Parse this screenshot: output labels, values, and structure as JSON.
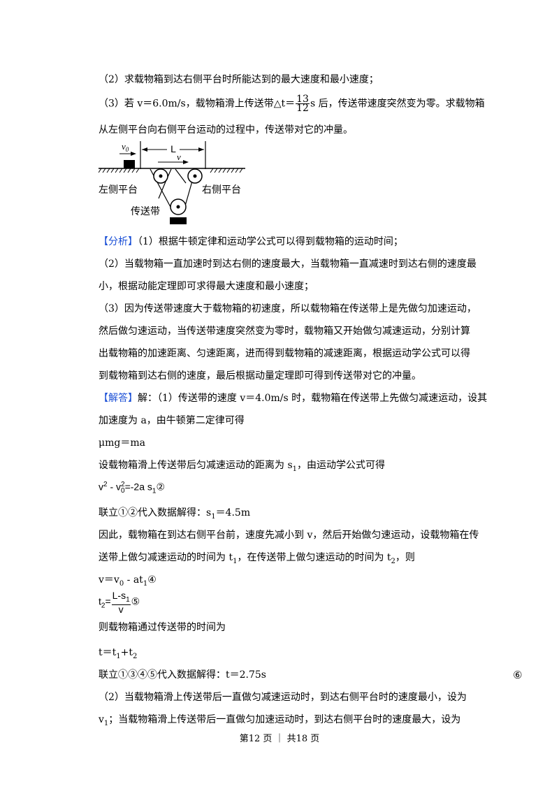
{
  "q2": "（2）求载物箱到达右侧平台时所能达到的最大速度和最小速度；",
  "q3": {
    "a": "（3）若 v＝6.0m/s，载物箱滑上传送带△t＝",
    "num": "13",
    "den": "12",
    "b": "s 后，传送带速度突然变为零。求载物箱",
    "line2": "从左侧平台向右侧平台运动的过程中，传送带对它的冲量。"
  },
  "figure": {
    "v0_label": "v",
    "v0_sub": "0",
    "L_label": "L",
    "v_label": "v",
    "left_platform": "左侧平台",
    "right_platform": "右侧平台",
    "belt": "传送带"
  },
  "analysis": {
    "tag": "【分析】",
    "l1": "（1）根据牛顿定律和运动学公式可以得到载物箱的运动时间；",
    "l2": "（2）当载物箱一直加速时到达右侧的速度最大，当载物箱一直减速时到达右侧的速度最",
    "l3": "小，根据动能定理即可求得最大速度和最小速度；",
    "l4": "（3）因为传送带速度大于载物箱的初速度，所以载物箱在传送带上是先做匀加速运动，",
    "l5": "然后做匀速运动，当传送带速度突然变为零时，载物箱又开始做匀减速运动，分别计算",
    "l6": "出载物箱的加速距离、匀速距离，进而得到载物箱的减速距离，根据运动学公式可以得",
    "l7": "到载物箱到达右侧的速度，最后根据动量定理即可得到传送带对它的冲量。"
  },
  "answer": {
    "tag": "【解答】",
    "l1": "解：（1）传送带的速度 v＝4.0m/s 时，载物箱在传送带上先做匀减速运动，设其",
    "l2": "加速度为 a，由牛顿第二定律可得",
    "eq1": "μmg＝ma",
    "l3a": "设载物箱滑上传送带后匀减速运动的距离为 s",
    "l3sub": "1",
    "l3b": "，由运动学公式可得",
    "eq2": {
      "v": "v",
      "sup2": "2",
      "minus": " - v",
      "sub0": "0",
      "sup2b": "2",
      "rest": "=-2a s",
      "sub1": "1",
      "mark": "②"
    },
    "l4a": "联立①②代入数据解得：s",
    "l4sub": "1",
    "l4b": "＝4.5m",
    "l5a": "因此，载物箱在到达右侧平台前，速度先减小到 v，然后开始做匀速运动，设载物箱在传",
    "l6a": "送带上做匀减速运动的时间为 t",
    "l6s1": "1",
    "l6b": "，在传送带上做匀速运动的时间为 t",
    "l6s2": "2",
    "l6c": "，则",
    "eq4": {
      "a": "v＝v",
      "sub0": "0",
      "b": " - at",
      "sub1": "1",
      "mark": "④"
    },
    "eq5": {
      "t": "t",
      "sub2": "2",
      "eq": "=",
      "num": "L-s",
      "numsub": "1",
      "den": "v",
      "mark": "⑤"
    },
    "l7": "则载物箱通过传送带的时间为",
    "eq6": {
      "a": "t＝t",
      "s1": "1",
      "b": "+t",
      "s2": "2"
    },
    "l8": "联立①③④⑤代入数据解得：t＝2.75s",
    "mark6": "⑥",
    "l9": "（2）当载物箱滑上传送带后一直做匀减速运动时，到达右侧平台时的速度最小，设为",
    "l10a": "v",
    "l10sub": "1",
    "l10b": "；当载物箱滑上传送带后一直做匀加速运动时，到达右侧平台时的速度最大，设为"
  },
  "footer": "第12 页 ｜ 共18 页"
}
